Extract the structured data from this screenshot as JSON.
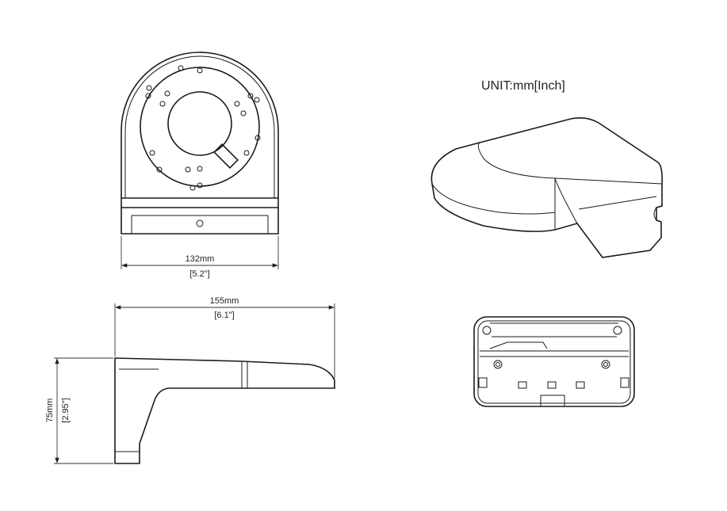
{
  "unit_label": "UNIT:mm[Inch]",
  "dimensions": {
    "width": {
      "mm": "132mm",
      "inch": "[5.2\"]"
    },
    "depth": {
      "mm": "155mm",
      "inch": "[6.1\"]"
    },
    "height": {
      "mm": "75mm",
      "inch": "[2.95\"]"
    }
  }
}
